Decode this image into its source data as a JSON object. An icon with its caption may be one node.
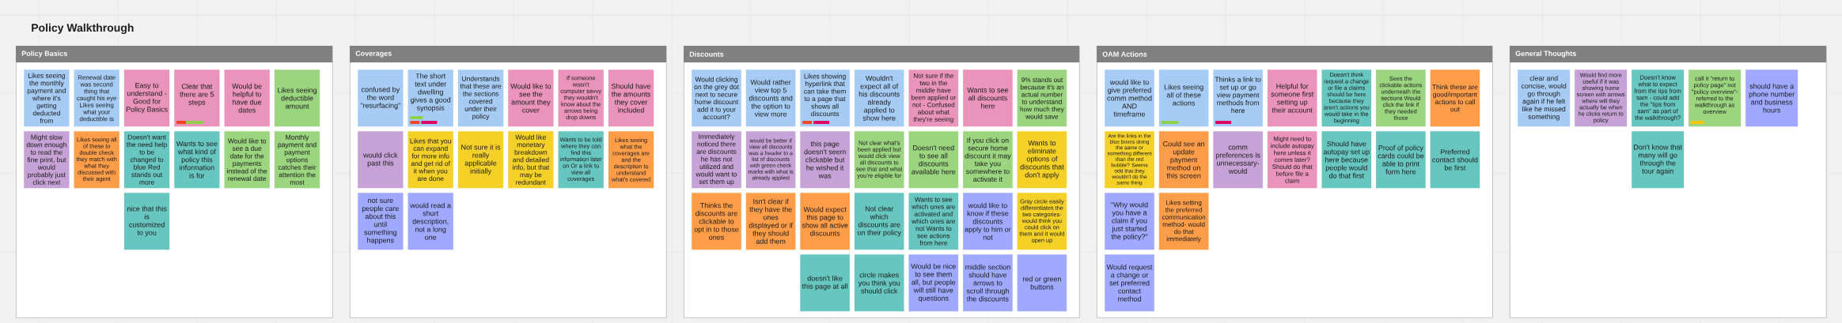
{
  "diagram": {
    "title": "Policy Walkthrough",
    "nodes": [
      {
        "text": [
          "Policy Basics"
        ]
      },
      {
        "text": [
          "Likes seeing the monthly payment and where it's getting deducted from"
        ],
        "in": 0
      },
      {
        "text": [
          "Renewal date was second thing that caught his eye Likes seeing what your deductible is"
        ],
        "in": 0
      },
      {
        "text": [
          "Easy to understand - Good for Policy Basics"
        ],
        "in": 0
      },
      {
        "text": [
          "Clear that there are 5 steps"
        ],
        "in": 0
      },
      {
        "text": [
          "Would be helpful to have due dates"
        ],
        "in": 0
      },
      {
        "text": [
          "Likes seeing deductible amount"
        ],
        "in": 0
      },
      {
        "text": [
          "Might slow down enough to read the fine print, but would probably just click next"
        ],
        "in": 0
      },
      {
        "text": [
          "Likes seeing all of these to double check they match with what they discussed with their agent"
        ],
        "in": 0
      },
      {
        "text": [
          "Doesn't want the need help to be changed to blue Red stands out more"
        ],
        "in": 0
      },
      {
        "text": [
          "Wants to see what kind of policy this information is for"
        ],
        "in": 0
      },
      {
        "text": [
          "Would like to see a due date for the payments instead of the renewal date"
        ],
        "in": 0
      },
      {
        "text": [
          "Monthly payment and payment options catches their attention the most"
        ],
        "in": 0
      },
      {
        "text": [
          "nice that this is customized to you"
        ],
        "in": 0
      },
      {
        "text": [
          "Coverages"
        ]
      },
      {
        "text": [
          "confused by the word \"resurfacing\""
        ],
        "in": 14
      },
      {
        "text": [
          "The short text under dwelling gives a good synopsis"
        ],
        "in": 14
      },
      {
        "text": [
          "Understands that these are the sections covered under their policy"
        ],
        "in": 14
      },
      {
        "text": [
          "Would like to see the amount they cover"
        ],
        "in": 14
      },
      {
        "text": [
          "If someone wasn't computer savvy they wouldn't know about the arrows being drop downs"
        ],
        "in": 14
      },
      {
        "text": [
          "Should have the amounts they cover included"
        ],
        "in": 14
      },
      {
        "text": [
          "would click past this"
        ],
        "in": 14
      },
      {
        "text": [
          "Likes that you can expand for more info and get rid of it when you are done"
        ],
        "in": 14
      },
      {
        "text": [
          "Not sure it is really applicable initially"
        ],
        "in": 14
      },
      {
        "text": [
          "Would like monetary breakdown and detailed info, but that may be redundant"
        ],
        "in": 14
      },
      {
        "text": [
          "Wants to be told where they can find this information later on Or a link to view all coverages"
        ],
        "in": 14
      },
      {
        "text": [
          "Likes seeing what the coverages are and the description to understand what's covered"
        ],
        "in": 14
      },
      {
        "text": [
          "not sure people care about this until something happens"
        ],
        "in": 14
      },
      {
        "text": [
          "would read a short description, not a long one"
        ],
        "in": 14
      },
      {
        "text": [
          "Discounts"
        ]
      },
      {
        "text": [
          "Would clicking on the grey dot next to secure home discount add it to your account?"
        ],
        "in": 29
      },
      {
        "text": [
          "Would rather view top 5 discounts and the option to view more"
        ],
        "in": 29
      },
      {
        "text": [
          "Likes showing hyperlink that can take them to a page that shows all discounts"
        ],
        "in": 29
      },
      {
        "text": [
          "Wouldn't expect all of his discounts already applied to show here"
        ],
        "in": 29
      },
      {
        "text": [
          "Not sure if the two in the middle have been applied or not - Confused about what they're seeing"
        ],
        "in": 29
      },
      {
        "text": [
          "Wants to see all discounts here"
        ],
        "in": 29
      },
      {
        "text": [
          "9% stands out because it's an actual number to understand how much they would save"
        ],
        "in": 29
      },
      {
        "text": [
          "Immediately noticed there are discounts he has not utilized and would want to set them up"
        ],
        "in": 29
      },
      {
        "text": [
          "would be better if view all discounts was a header to a list of discounts with green check marks with what is already applied"
        ],
        "in": 29
      },
      {
        "text": [
          "this page doesn't seem clickable but he wished it was"
        ],
        "in": 29
      },
      {
        "text": [
          "Not clear what's been applied but would click view all discounts to see that and what you're eligible for"
        ],
        "in": 29
      },
      {
        "text": [
          "Doesn't need to see all discounts available here"
        ],
        "in": 29
      },
      {
        "text": [
          "If you click on secure home discount it may take you somewhere to activate it"
        ],
        "in": 29
      },
      {
        "text": [
          "Wants to eliminate options of discounts that don't apply"
        ],
        "in": 29
      },
      {
        "text": [
          "Thinks the discounts are clickable to opt in to those ones"
        ],
        "in": 29
      },
      {
        "text": [
          "Isn't clear if they have the ones displayed or if they should add them"
        ],
        "in": 29
      },
      {
        "text": [
          "Would expect this page to show all active discounts"
        ],
        "in": 29
      },
      {
        "text": [
          "Not clear which discounts are on their policy"
        ],
        "in": 29
      },
      {
        "text": [
          "Wants to see which ones are activated and which ones are not Wants to see actions from here"
        ],
        "in": 29
      },
      {
        "text": [
          "would like to know if these discounts apply to him or not"
        ],
        "in": 29
      },
      {
        "text": [
          "Gray circle easily differentiates the two categories- would think you could click on them and it would open up"
        ],
        "in": 29
      },
      {
        "text": [
          "doesn't like this page at all"
        ],
        "in": 29
      },
      {
        "text": [
          "circle makes you think you should click"
        ],
        "in": 29
      },
      {
        "text": [
          "Would be nice to see them all, but people will still have questions"
        ],
        "in": 29
      },
      {
        "text": [
          "middle section should have arrows to scroll through the discounts"
        ],
        "in": 29
      },
      {
        "text": [
          "red or green buttons"
        ],
        "in": 29
      },
      {
        "text": [
          "OAM Actions"
        ]
      },
      {
        "text": [
          "would like to give preferred comm method AND timeframe"
        ],
        "in": 56
      },
      {
        "text": [
          "Likes seeing all of these actions"
        ],
        "in": 56
      },
      {
        "text": [
          "Thinks a link to set up or go view payment methods from here"
        ],
        "in": 56
      },
      {
        "text": [
          "Helpful for someone first setting up their account"
        ],
        "in": 56
      },
      {
        "text": [
          "Doesn't think request a change or file a claims should be here because they aren't actions you would take in the beginning"
        ],
        "in": 56
      },
      {
        "text": [
          "Sees the clickable actions underneath the sections Would click the link if they needed those"
        ],
        "in": 56
      },
      {
        "text": [
          "Think these are good/important actions to call out"
        ],
        "in": 56
      },
      {
        "text": [
          "Are the links in the blue boxes doing the same or something different than the red bubble? Seems odd that they wouldn't do the same thing"
        ],
        "in": 56
      },
      {
        "text": [
          "Could see an update payment method on this screen"
        ],
        "in": 56
      },
      {
        "text": [
          "comm preferences is unnecessary- would"
        ],
        "in": 56
      },
      {
        "text": [
          "Might need to include autopay here unless it comes later? Should do that before file a claim"
        ],
        "in": 56
      },
      {
        "text": [
          "Should have autopay set up here because people would do that first"
        ],
        "in": 56
      },
      {
        "text": [
          "Proof of policy cards could be able to print form here"
        ],
        "in": 56
      },
      {
        "text": [
          "Preferred contact should be first"
        ],
        "in": 56
      },
      {
        "text": [
          "\"Why would you have a claim if you just started the policy?\""
        ],
        "in": 56
      },
      {
        "text": [
          "Likes setting the preferred communication method- would do that immediately"
        ],
        "in": 56
      },
      {
        "text": [
          "Would request a change or set preferred contact method"
        ],
        "in": 56
      },
      {
        "text": [
          "General Thoughts"
        ]
      },
      {
        "text": [
          "clear and concise, would go through again if he felt like he missed something"
        ],
        "in": 74
      },
      {
        "text": [
          "Would find more useful if it was showing home screen with arrows where will they actually be when he clicks return to policy"
        ],
        "in": 74
      },
      {
        "text": [
          "Doesn't know what to expect from the tips from sam - could add the \"tips from sam\" as part of the walkthrough?"
        ],
        "in": 74
      },
      {
        "text": [
          "call it \"return to policy page\" not \"policy overview\"- referred to the walkthrough as overview"
        ],
        "in": 74
      },
      {
        "text": [
          "should have a phone number and business hours"
        ],
        "in": 74
      },
      {
        "text": [
          "Don't know that many will go through the tour again"
        ],
        "in": 74
      }
    ]
  }
}
